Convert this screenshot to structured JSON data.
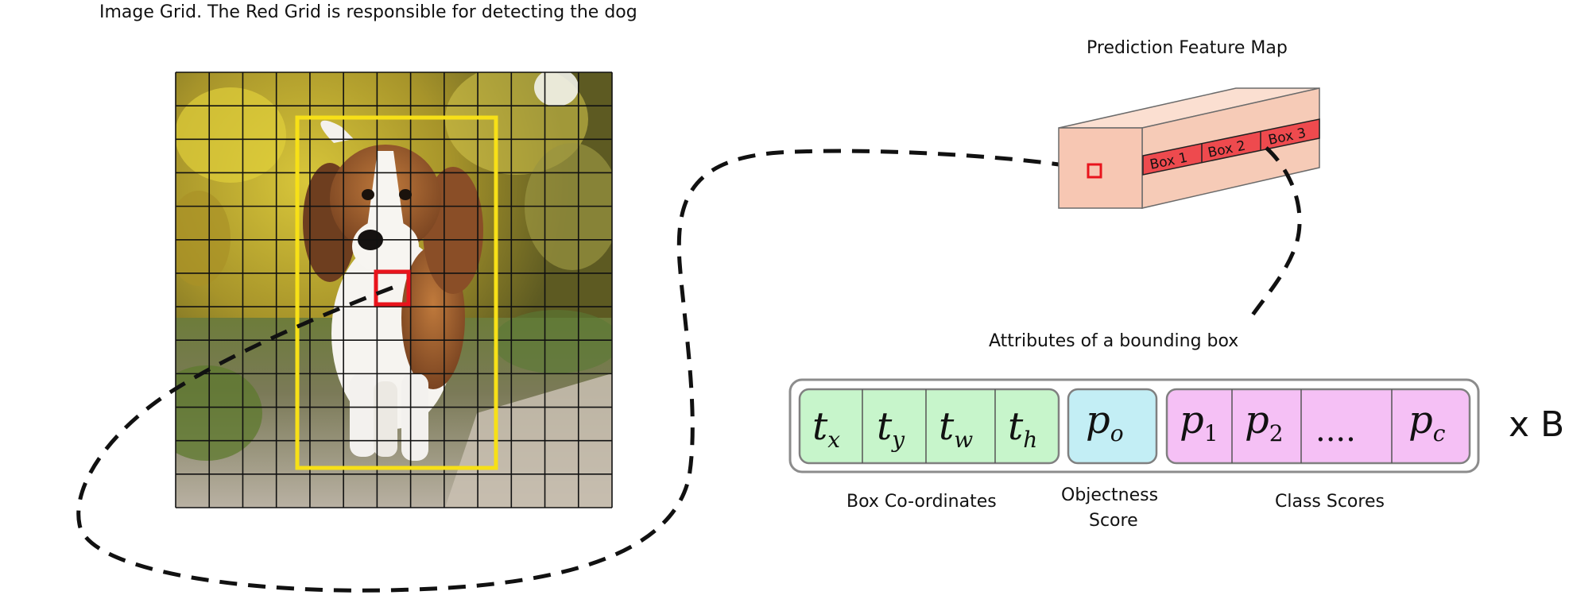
{
  "grid_caption": "Image Grid. The Red Grid is responsible for detecting the dog",
  "feature_map": {
    "title": "Prediction Feature Map",
    "boxes": [
      "Box 1",
      "Box 2",
      "Box 3"
    ]
  },
  "attributes_title": "Attributes of a bounding box",
  "coordinates": {
    "cells": [
      {
        "main": "t",
        "sub": "x"
      },
      {
        "main": "t",
        "sub": "y"
      },
      {
        "main": "t",
        "sub": "w"
      },
      {
        "main": "t",
        "sub": "h"
      }
    ],
    "label": "Box Co-ordinates"
  },
  "objectness": {
    "main": "p",
    "sub": "o",
    "label_line1": "Objectness",
    "label_line2": "Score"
  },
  "classes": {
    "cells": [
      {
        "main": "p",
        "sub": "1"
      },
      {
        "main": "p",
        "sub": "2"
      },
      {
        "main": "....",
        "sub": ""
      },
      {
        "main": "p",
        "sub": "c"
      }
    ],
    "label": "Class Scores"
  },
  "multiplier": "x B",
  "colors": {
    "coordinates_fill": "#c7f5cb",
    "objectness_fill": "#c3eef5",
    "classes_fill": "#f5c0f5",
    "grid_line": "#111111",
    "yellow_box": "#f7e017",
    "red_cell": "#e8141c",
    "feature_map_face": "#f6cbb7",
    "box_strip": "#ee4a4e"
  }
}
